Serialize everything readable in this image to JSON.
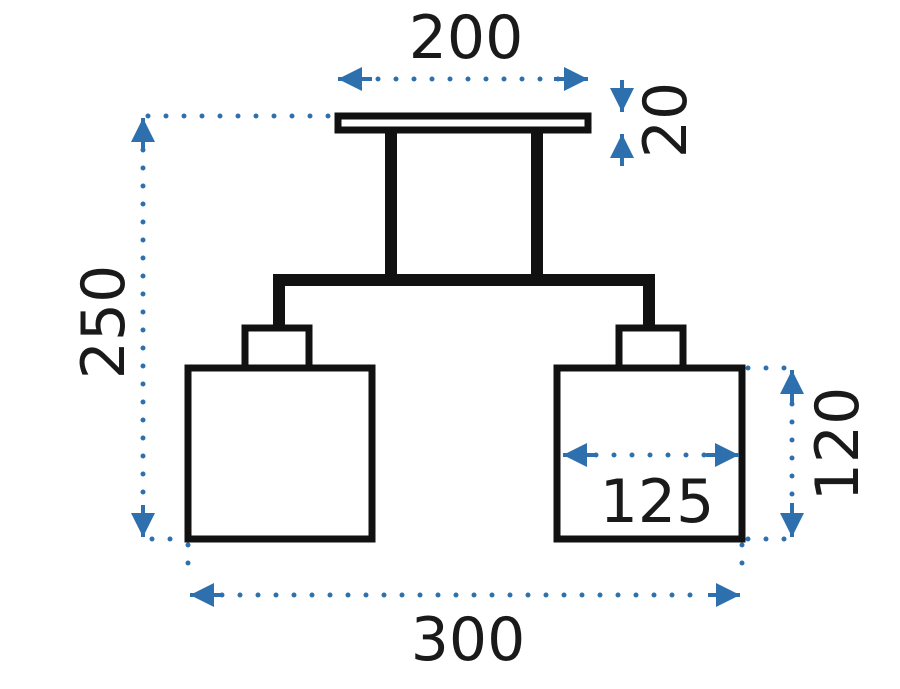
{
  "colors": {
    "dimension_accent": "#2e6fae",
    "outline": "#111111",
    "text": "#1a1a1a",
    "background": "#ffffff"
  },
  "dimensions": {
    "top_width": "200",
    "plate_height": "20",
    "total_height": "250",
    "shade_height": "120",
    "shade_width": "125",
    "total_width": "300"
  }
}
